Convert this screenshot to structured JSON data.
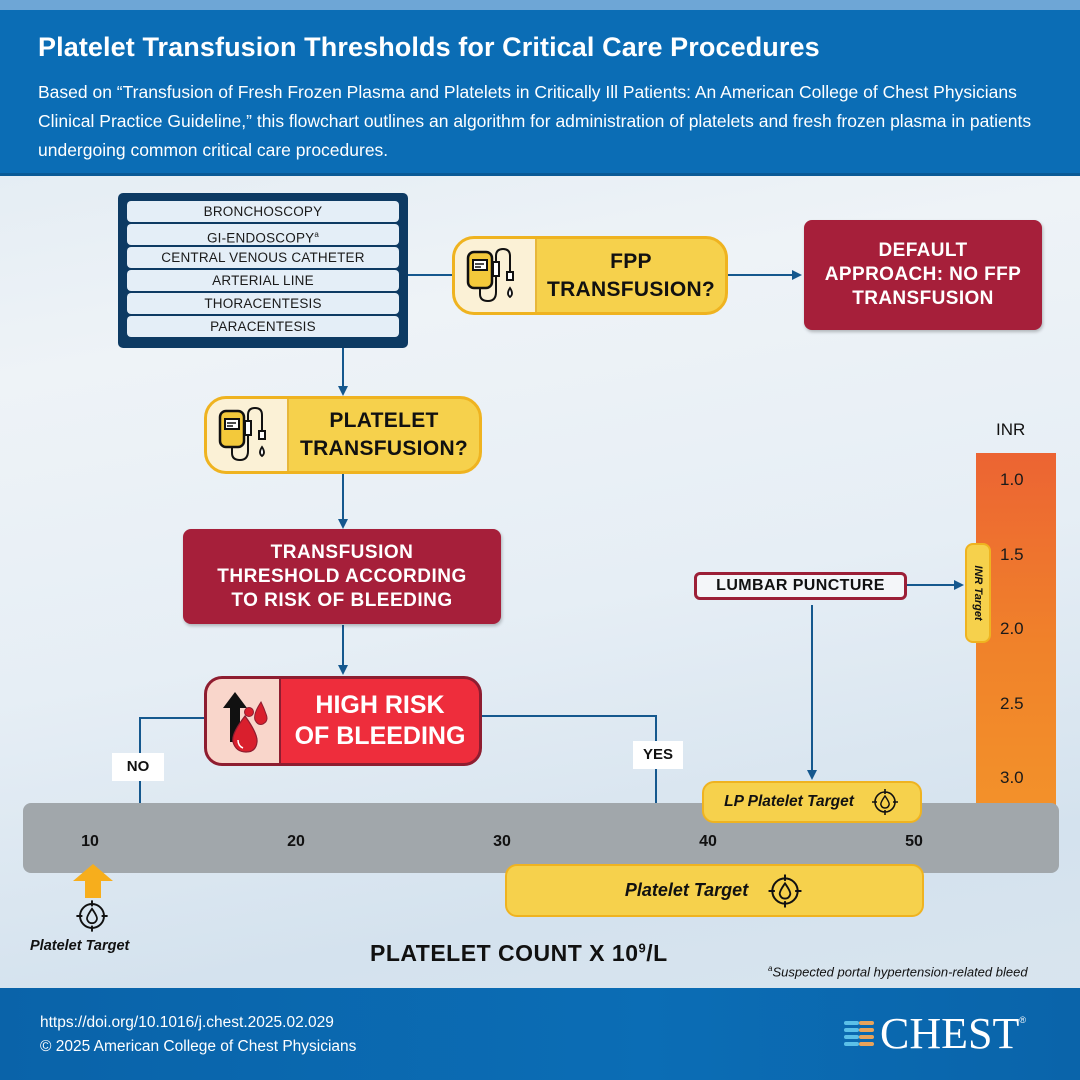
{
  "header": {
    "title": "Platelet Transfusion Thresholds for Critical Care Procedures",
    "description": "Based on “Transfusion of Fresh Frozen Plasma and Platelets in Critically Ill Patients: An American College of Chest Physicians Clinical Practice Guideline,” this flowchart outlines an algorithm for administration of platelets and fresh frozen plasma in patients undergoing common critical care procedures."
  },
  "procedures": [
    {
      "label": "BRONCHOSCOPY",
      "sup": ""
    },
    {
      "label": "GI-ENDOSCOPY",
      "sup": "a"
    },
    {
      "label": "CENTRAL VENOUS CATHETER",
      "sup": ""
    },
    {
      "label": "ARTERIAL LINE",
      "sup": ""
    },
    {
      "label": "THORACENTESIS",
      "sup": ""
    },
    {
      "label": "PARACENTESIS",
      "sup": ""
    }
  ],
  "flow": {
    "ffp_question": {
      "line1": "FPP",
      "line2": "TRANSFUSION?",
      "icon": "iv-bag-icon"
    },
    "ffp_default": {
      "line1": "DEFAULT",
      "line2": "APPROACH: NO FFP",
      "line3": "TRANSFUSION"
    },
    "platelet_question": {
      "line1": "PLATELET",
      "line2": "TRANSFUSION?",
      "icon": "iv-bag-icon"
    },
    "threshold": {
      "line1": "TRANSFUSION",
      "line2": "THRESHOLD ACCORDING",
      "line3": "TO RISK OF BLEEDING"
    },
    "high_risk": {
      "line1": "HIGH RISK",
      "line2": "OF BLEEDING",
      "icon": "blood-drops-up-arrow-icon"
    },
    "no_label": "NO",
    "yes_label": "YES",
    "lumbar_puncture": "LUMBAR PUNCTURE"
  },
  "inr_scale": {
    "label": "INR",
    "ticks": [
      "1.0",
      "1.5",
      "2.0",
      "2.5",
      "3.0"
    ],
    "target_label": "INR Target",
    "target_range": [
      1.5,
      2.0
    ]
  },
  "platelet_axis": {
    "title": "PLATELET COUNT X 10",
    "title_exp": "9",
    "title_unit": "/L",
    "ticks": [
      "10",
      "20",
      "30",
      "40",
      "50"
    ],
    "low_risk_target": {
      "label": "Platelet Target",
      "value": 10
    },
    "high_risk_target": {
      "label": "Platelet Target",
      "range": [
        30,
        50
      ]
    },
    "lp_target": {
      "label": "LP Platelet Target",
      "range": [
        40,
        50
      ]
    }
  },
  "footnote": {
    "marker": "a",
    "text": "Suspected portal hypertension-related bleed"
  },
  "footer": {
    "doi": "https://doi.org/10.1016/j.chest.2025.02.029",
    "copyright": "© 2025 American College of Chest Physicians",
    "logo": "CHEST",
    "logo_reg": "®"
  },
  "colors": {
    "header_blue": "#0b6db5",
    "navy": "#0d3a63",
    "yellow": "#f6d14c",
    "crimson": "#a61f3a",
    "red": "#ee2d3c",
    "orange": "#f0822a",
    "arrow_blue": "#1a5a8c"
  }
}
